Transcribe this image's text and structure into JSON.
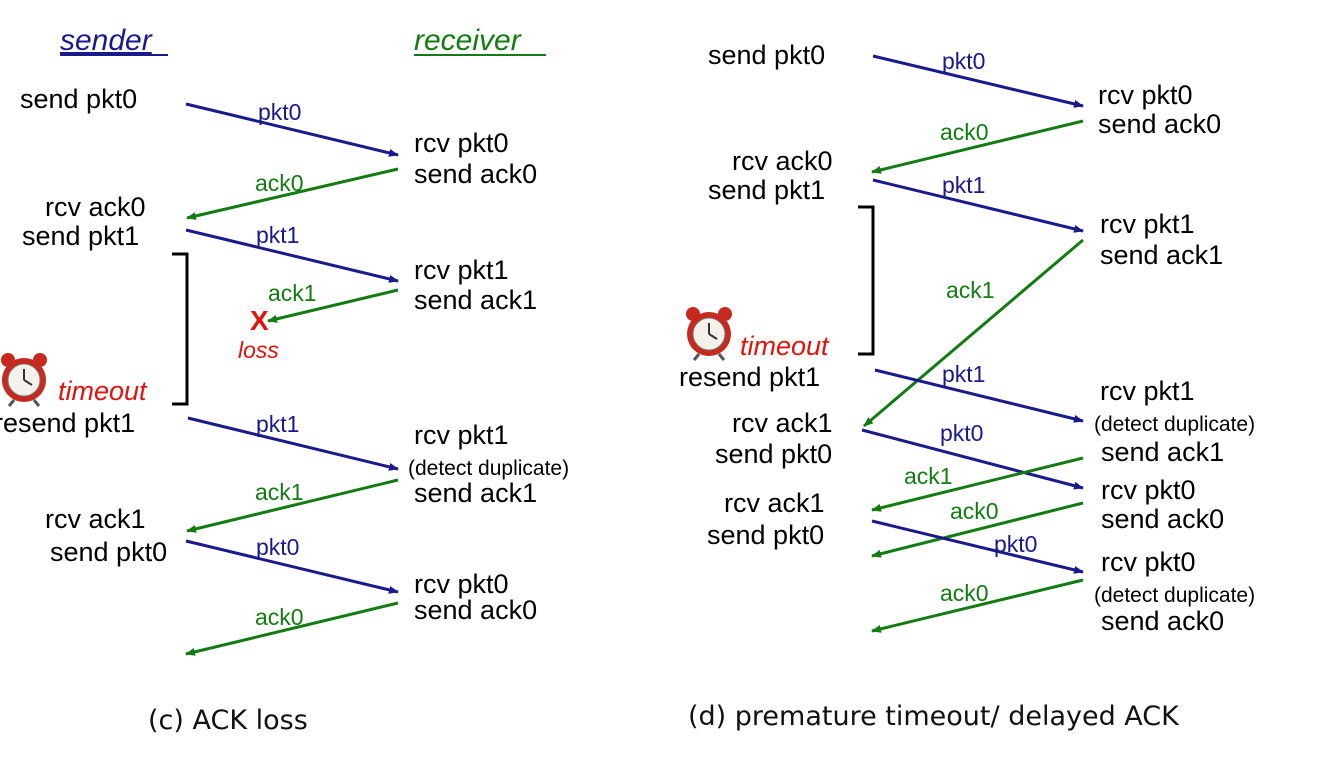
{
  "colors": {
    "pkt": "#1a1a8c",
    "ack": "#127c12",
    "loss": "#e3120b",
    "text": "#000000"
  },
  "panel_c": {
    "sender_header": "sender",
    "receiver_header": "receiver",
    "s1": "send pkt0",
    "r1a": "rcv pkt0",
    "r1b": "send ack0",
    "s2a": "rcv ack0",
    "s2b": "send pkt1",
    "r2a": "rcv pkt1",
    "r2b": "send ack1",
    "loss_mark": "X",
    "loss_label": "loss",
    "timeout": "timeout",
    "s3": "resend pkt1",
    "r3a": "rcv pkt1",
    "r3b": "(detect duplicate)",
    "r3c": "send ack1",
    "s4a": "rcv ack1",
    "s4b": "send pkt0",
    "r4a": "rcv pkt0",
    "r4b": "send ack0",
    "m_pkt0": "pkt0",
    "m_ack0": "ack0",
    "m_pkt1": "pkt1",
    "m_ack1": "ack1",
    "m_pkt1b": "pkt1",
    "m_ack1b": "ack1",
    "m_pkt0b": "pkt0",
    "m_ack0b": "ack0",
    "caption": "(c) ACK loss"
  },
  "panel_d": {
    "s1": "send pkt0",
    "r1a": "rcv pkt0",
    "r1b": "send ack0",
    "s2a": "rcv ack0",
    "s2b": "send pkt1",
    "r2a": "rcv pkt1",
    "r2b": "send ack1",
    "timeout": "timeout",
    "s3": "resend pkt1",
    "r3a": "rcv pkt1",
    "r3b": "(detect duplicate)",
    "r3c": "send ack1",
    "s4a": "rcv ack1",
    "s4b": "send pkt0",
    "r4a": "rcv pkt0",
    "r4b": "send ack0",
    "s5a": "rcv ack1",
    "s5b": "send pkt0",
    "r5a": "rcv pkt0",
    "r5b": "(detect duplicate)",
    "r5c": "send ack0",
    "m_pkt0": "pkt0",
    "m_ack0": "ack0",
    "m_pkt1": "pkt1",
    "m_ack1": "ack1",
    "m_pkt1b": "pkt1",
    "m_pkt0b": "pkt0",
    "m_ack1b": "ack1",
    "m_ack0b": "ack0",
    "m_pkt0c": "pkt0",
    "m_ack0c": "ack0",
    "caption": "(d) premature timeout/ delayed ACK"
  }
}
